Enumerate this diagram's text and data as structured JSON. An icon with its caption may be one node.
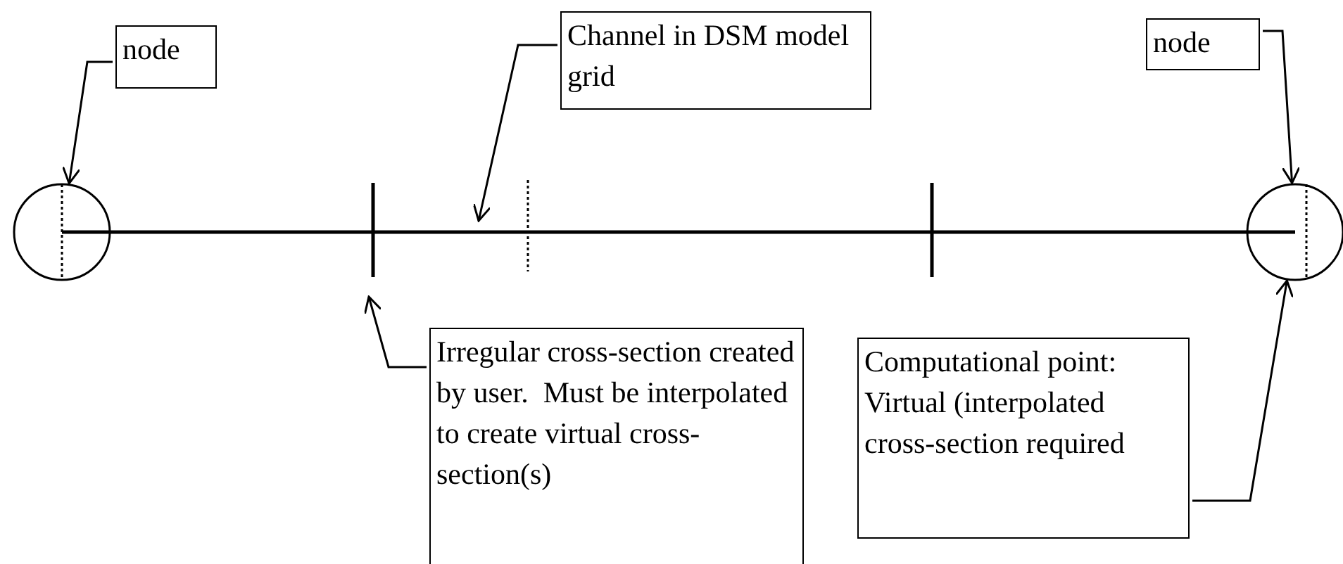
{
  "diagram": {
    "nodes": [
      {
        "text": [
          "node"
        ]
      },
      {
        "text": [
          "Channel in DSM model grid"
        ]
      },
      {
        "text": [
          "node"
        ]
      },
      {
        "text": [],
        "shape": "circle"
      },
      {
        "text": [],
        "shape": "line"
      },
      {
        "text": [],
        "shape": "line"
      },
      {
        "text": [],
        "shape": "circle"
      },
      {
        "text": [
          "Irregular cross-section created by user.  Must be interpolated to create virtual cross-section(s)"
        ]
      },
      {
        "text": [
          "Computational point:  Virtual (interpolated cross-section required"
        ]
      }
    ],
    "edges": [
      {
        "from": 0,
        "to": 3,
        "arrow": "to"
      },
      {
        "from": 1,
        "to": 4,
        "arrow": "to"
      },
      {
        "from": 2,
        "to": 6,
        "arrow": "to"
      },
      {
        "from": 7,
        "to": 5,
        "arrow": "to"
      },
      {
        "from": 8,
        "to": 6,
        "arrow": "to"
      }
    ]
  }
}
